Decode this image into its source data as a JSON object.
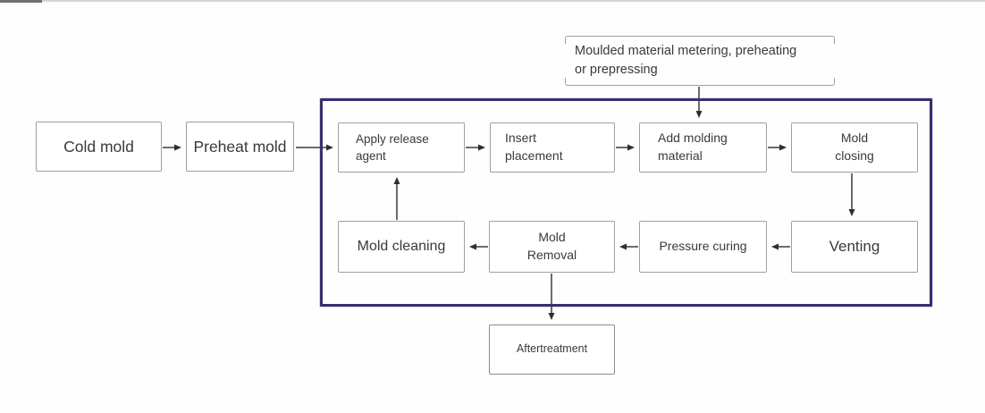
{
  "diagram": {
    "type": "flowchart",
    "subject": "compression-molding process",
    "colors": {
      "group_border": "#36306e",
      "box_border": "#9f9f9f",
      "arrow": "#2e2e2e",
      "text": "#3a3a3a",
      "background": "#fefefe"
    }
  },
  "nodes": {
    "cold_mold": {
      "label": "Cold mold"
    },
    "preheat_mold": {
      "label": "Preheat mold"
    },
    "apply_release": {
      "label": "Apply release\nagent"
    },
    "insert_placement": {
      "label": "Insert\nplacement"
    },
    "add_molding": {
      "label": "Add molding\nmaterial"
    },
    "mold_closing": {
      "label": "Mold\nclosing"
    },
    "venting": {
      "label": "Venting"
    },
    "pressure_curing": {
      "label": "Pressure curing"
    },
    "mold_removal": {
      "label": "Mold\nRemoval"
    },
    "mold_cleaning": {
      "label": "Mold cleaning"
    },
    "aftertreatment": {
      "label": "Aftertreatment"
    },
    "annotation": {
      "label": "Moulded material metering, preheating\nor prepressing"
    }
  },
  "edges": [
    "Cold mold -> Preheat mold",
    "Preheat mold -> Apply release agent",
    "Apply release agent -> Insert placement",
    "Insert placement -> Add molding material",
    "Add molding material -> Mold closing",
    "Mold closing -> Venting",
    "Venting -> Pressure curing",
    "Pressure curing -> Mold Removal",
    "Mold Removal -> Mold cleaning",
    "Mold cleaning -> Apply release agent",
    "Moulded material metering, preheating or prepressing -> Add molding material",
    "Mold Removal -> Aftertreatment"
  ]
}
